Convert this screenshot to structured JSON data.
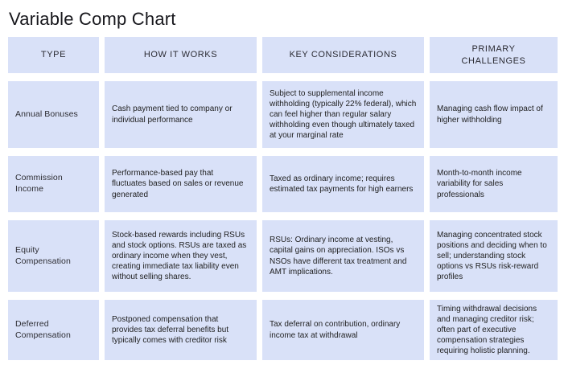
{
  "page": {
    "title": "Variable Comp Chart"
  },
  "chart_data": {
    "type": "table",
    "title": "Variable Comp Chart",
    "columns": [
      "TYPE",
      "HOW IT WORKS",
      "KEY CONSIDERATIONS",
      "PRIMARY CHALLENGES"
    ],
    "rows": [
      [
        "Annual Bonuses",
        "Cash payment tied to company or individual performance",
        "Subject to supplemental income withholding (typically 22% federal), which can feel higher than regular salary withholding even though ultimately taxed at your marginal rate",
        "Managing cash flow impact of higher withholding"
      ],
      [
        "Commission Income",
        "Performance-based pay that fluctuates based on sales or revenue generated",
        "Taxed as ordinary income; requires estimated tax payments for high earners",
        "Month-to-month income variability for sales professionals"
      ],
      [
        "Equity Compensation",
        "Stock-based rewards including RSUs and stock options. RSUs are taxed as ordinary income when they vest, creating immediate tax liability even without selling shares.",
        "RSUs: Ordinary income at vesting, capital gains on appreciation. ISOs vs NSOs have different tax treatment and AMT implications.",
        "Managing concentrated stock positions and deciding when to sell; understanding stock options vs RSUs risk-reward profiles"
      ],
      [
        "Deferred Compensation",
        "Postponed compensation that provides tax deferral benefits but typically comes with creditor risk",
        "Tax deferral on contribution, ordinary income tax at withdrawal",
        "Timing withdrawal decisions and managing creditor risk; often part of executive compensation strategies requiring holistic planning."
      ]
    ],
    "layout": {
      "legend": "none",
      "grid": "off"
    },
    "colors": {
      "cell_background": "#d9e1f8",
      "page_background": "#ffffff",
      "text": "#1f1f1f"
    }
  }
}
